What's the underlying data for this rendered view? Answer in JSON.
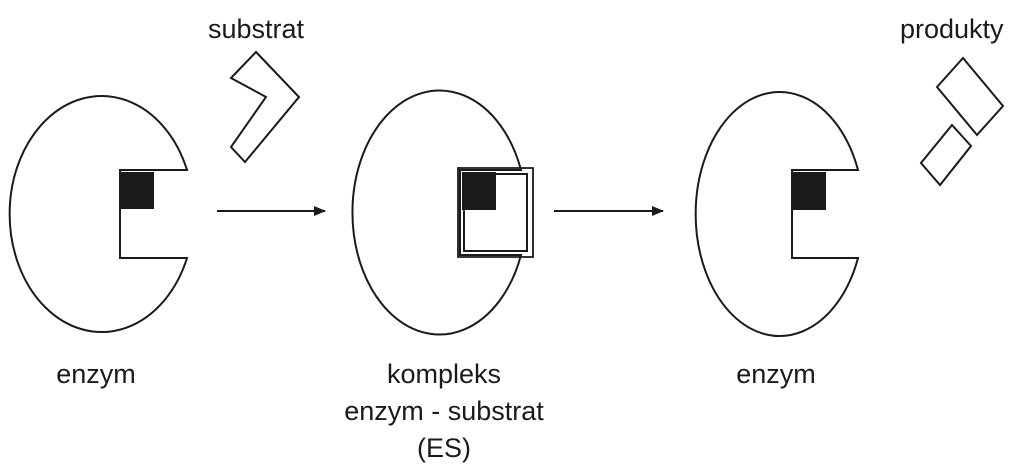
{
  "labels": {
    "substrate": "substrat",
    "products": "produkty",
    "enzyme_1": "enzym",
    "complex_line1": "kompleks",
    "complex_line2": "enzym - substrat",
    "complex_line3": "(ES)",
    "enzyme_2": "enzym"
  },
  "colors": {
    "stroke": "#1a1a1a",
    "fill": "#ffffff",
    "active_site": "#1a1a1a"
  }
}
